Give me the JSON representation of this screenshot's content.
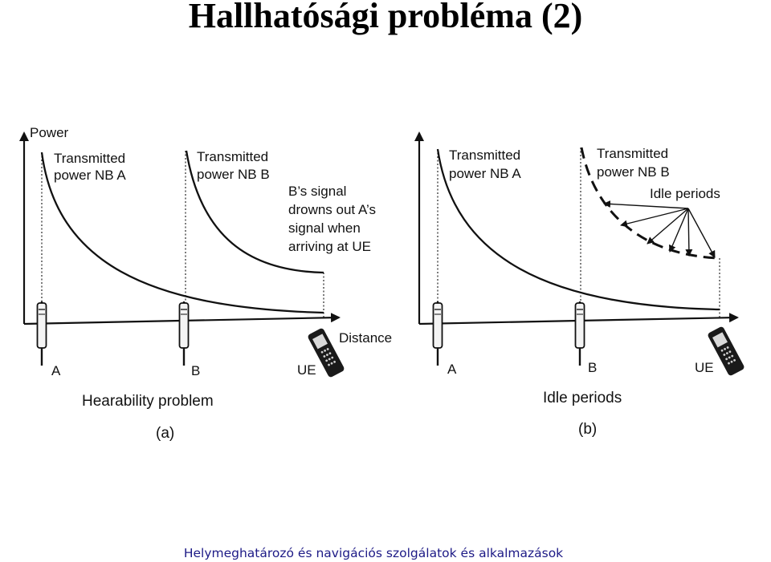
{
  "slide": {
    "title": "Hallhatósági probléma (2)",
    "footer": "Helymeghatározó és navigációs szolgálatok és alkalmazások",
    "colors": {
      "title": "#000000",
      "footer": "#1d1a86",
      "figure_ink": "#111111"
    }
  },
  "panel_a": {
    "y_axis_label": "Power",
    "x_axis_label": "Distance",
    "curve_a_label": [
      "Transmitted",
      "power NB A"
    ],
    "curve_b_label": [
      "Transmitted",
      "power NB B"
    ],
    "annotation": [
      "B’s signal",
      "drowns out A’s",
      "signal when",
      "arriving at UE"
    ],
    "station_a": "A",
    "station_b": "B",
    "ue": "UE",
    "caption": "Hearability problem",
    "sub_caption": "(a)"
  },
  "panel_b": {
    "curve_a_label": [
      "Transmitted",
      "power NB A"
    ],
    "curve_b_label": [
      "Transmitted",
      "power NB B"
    ],
    "annotation": "Idle periods",
    "station_a": "A",
    "station_b": "B",
    "ue": "UE",
    "caption": "Idle periods",
    "sub_caption": "(b)"
  },
  "icons": [
    "base-station-tower-icon",
    "mobile-phone-icon"
  ]
}
